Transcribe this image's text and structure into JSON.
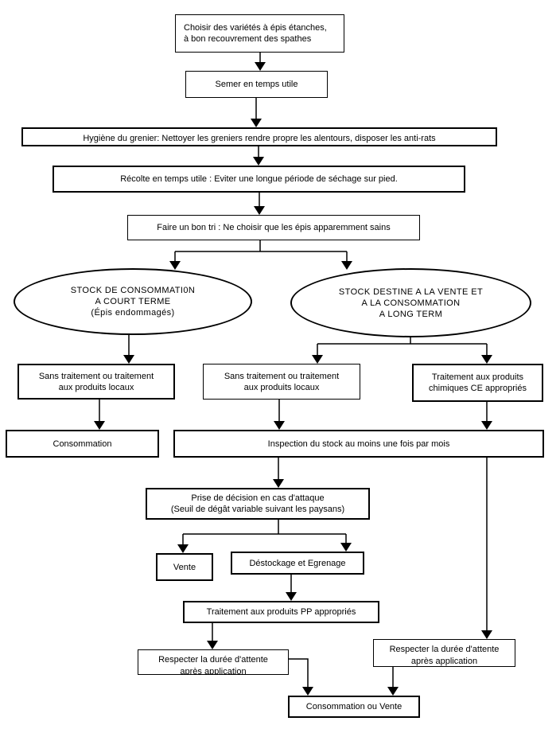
{
  "diagram": {
    "background_color": "#ffffff",
    "stroke_color": "#000000",
    "language": "fr",
    "nodes": {
      "choisir": {
        "text": "Choisir des variétés à épis étanches,\nà bon recouvrement des spathes"
      },
      "semer": {
        "text": "Semer en temps utile"
      },
      "hygiene": {
        "text": "Hygiène du grenier: Nettoyer les greniers rendre propre les alentours, disposer les  anti-rats"
      },
      "recolte": {
        "text": "Récolte en temps utile : Eviter une longue période de séchage sur pied."
      },
      "tri": {
        "text": "Faire un bon tri : Ne choisir que les épis apparemment sains"
      },
      "stock_court": {
        "text": "STOCK DE CONSOMMATI0N\nA COURT TERME\n(Épis endommagés)"
      },
      "stock_vente": {
        "text": "STOCK DESTINE A LA VENTE ET\nA LA CONSOMMATION\nA LONG TERM"
      },
      "sans_traitement_gauche": {
        "text": "Sans traitement ou traitement\naux produits locaux"
      },
      "sans_traitement_milieu": {
        "text": "Sans traitement ou traitement\naux produits locaux"
      },
      "traitement_ce": {
        "text": "Traitement aux  produits\nchimiques CE  appropriés"
      },
      "consommation": {
        "text": "Consommation"
      },
      "inspection": {
        "text": "Inspection du stock au moins une fois par mois"
      },
      "decision": {
        "text": "Prise de décision en cas d'attaque\n(Seuil de dégât variable suivant les paysans)"
      },
      "vente": {
        "text": "Vente"
      },
      "destockage": {
        "text": "Déstockage et Egrenage"
      },
      "traitement_pp": {
        "text": "Traitement aux produits PP appropriés"
      },
      "respecter_gauche": {
        "text": "Respecter la durée d'attente\naprès application"
      },
      "respecter_droite": {
        "text": "Respecter la durée d'attente\naprès application"
      },
      "consommation_vente": {
        "text": "Consommation ou Vente"
      }
    }
  }
}
